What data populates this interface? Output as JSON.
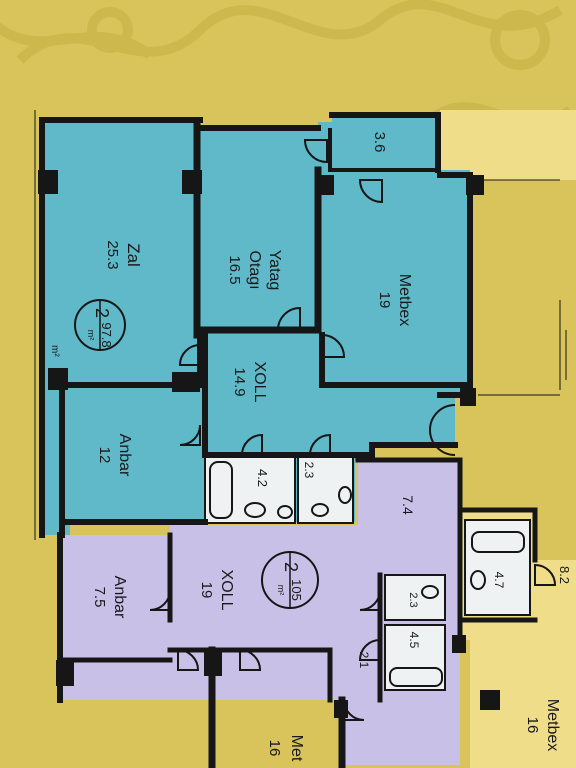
{
  "colors": {
    "background": "#d8c45a",
    "apartment_1": "#5fb9c9",
    "apartment_2": "#c9c0e8",
    "apartment_3": "#f0dd8a",
    "wall": "#161616",
    "bathroom": "#eef2f2"
  },
  "apartment_1": {
    "number": "2",
    "total_area": "97.8",
    "unit": "m²",
    "rooms": {
      "zal": {
        "name": "Zal",
        "area": "25.3"
      },
      "yatag": {
        "name_line1": "Yatag",
        "name_line2": "Otagı",
        "area": "16.5"
      },
      "balcony": {
        "area": "3.6"
      },
      "metbex": {
        "name": "Metbex",
        "area": "19"
      },
      "xoll": {
        "name": "XOLL",
        "area": "14.9"
      },
      "anbar": {
        "name": "Anbar",
        "area": "12"
      },
      "bath": {
        "area": "4.2"
      },
      "wc": {
        "area": "2.3"
      }
    }
  },
  "apartment_2": {
    "number": "2",
    "total_area": "105",
    "unit": "m²",
    "rooms": {
      "hall": {
        "area": "7.4"
      },
      "anbar": {
        "name": "Anbar",
        "area": "7.5"
      },
      "xoll": {
        "name": "XOLL",
        "area": "19"
      },
      "wc": {
        "area": "2.3"
      },
      "bath": {
        "area": "4.5"
      },
      "small": {
        "area": "2.1"
      },
      "metbex": {
        "name": "Met",
        "area": "16"
      }
    }
  },
  "apartment_3": {
    "rooms": {
      "bath": {
        "area": "4.7"
      },
      "hall": {
        "area": "8.2"
      },
      "metbex": {
        "name": "Metbex",
        "area": "16"
      }
    }
  },
  "edge_mark": "m²"
}
